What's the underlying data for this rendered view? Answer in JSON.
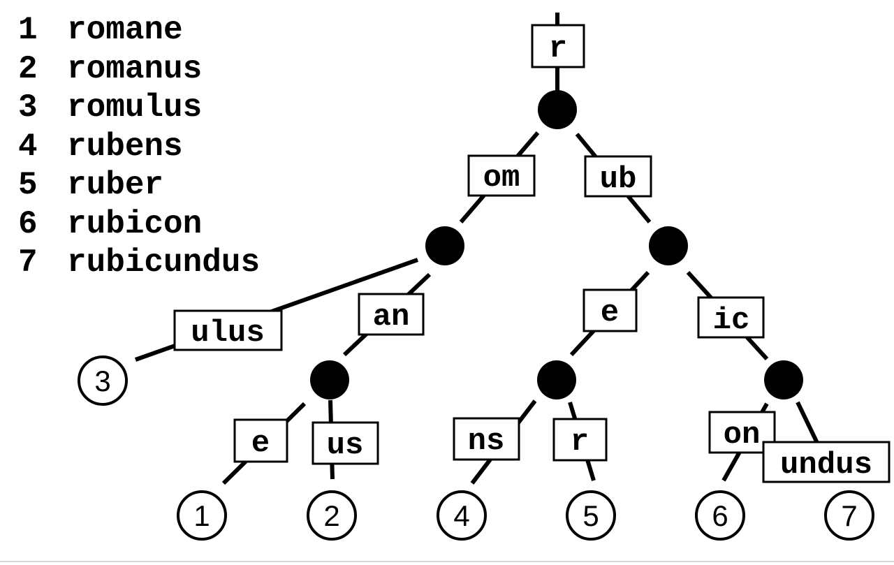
{
  "word_list": [
    {
      "num": "1",
      "word": "romane"
    },
    {
      "num": "2",
      "word": "romanus"
    },
    {
      "num": "3",
      "word": "romulus"
    },
    {
      "num": "4",
      "word": "rubens"
    },
    {
      "num": "5",
      "word": "ruber"
    },
    {
      "num": "6",
      "word": "rubicon"
    },
    {
      "num": "7",
      "word": "rubicundus"
    }
  ],
  "tree": {
    "root_label": "r",
    "edge_labels": {
      "om": "om",
      "ub": "ub",
      "ulus": "ulus",
      "an": "an",
      "e_left": "e",
      "us": "us",
      "e_right": "e",
      "ic": "ic",
      "ns": "ns",
      "r_leaf": "r",
      "on": "on",
      "undus": "undus"
    },
    "leaves": {
      "l1": "1",
      "l2": "2",
      "l3": "3",
      "l4": "4",
      "l5": "5",
      "l6": "6",
      "l7": "7"
    }
  }
}
